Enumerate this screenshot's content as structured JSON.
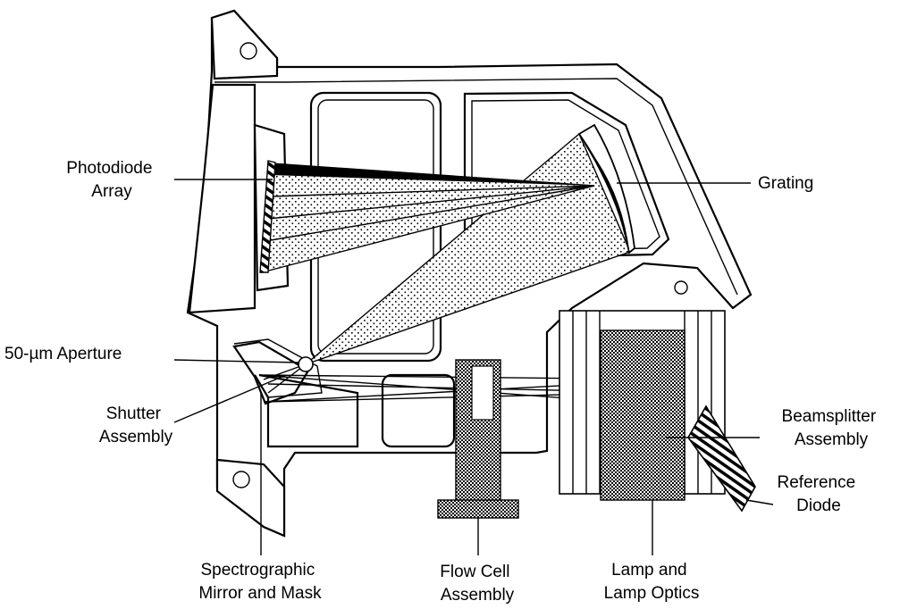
{
  "labels": {
    "photodiode_array": [
      "Photodiode",
      "Array"
    ],
    "grating": "Grating",
    "aperture": "50-µm Aperture",
    "shutter_assembly": [
      "Shutter",
      "Assembly"
    ],
    "beamsplitter_assembly": [
      "Beamsplitter",
      "Assembly"
    ],
    "reference_diode": [
      "Reference",
      "Diode"
    ],
    "spectrographic_mirror": [
      "Spectrographic",
      "Mirror and Mask"
    ],
    "flow_cell_assembly": [
      "Flow Cell",
      "Assembly"
    ],
    "lamp_optics": [
      "Lamp and",
      "Lamp Optics"
    ]
  },
  "colors": {
    "line": "#000000",
    "background": "#ffffff"
  }
}
